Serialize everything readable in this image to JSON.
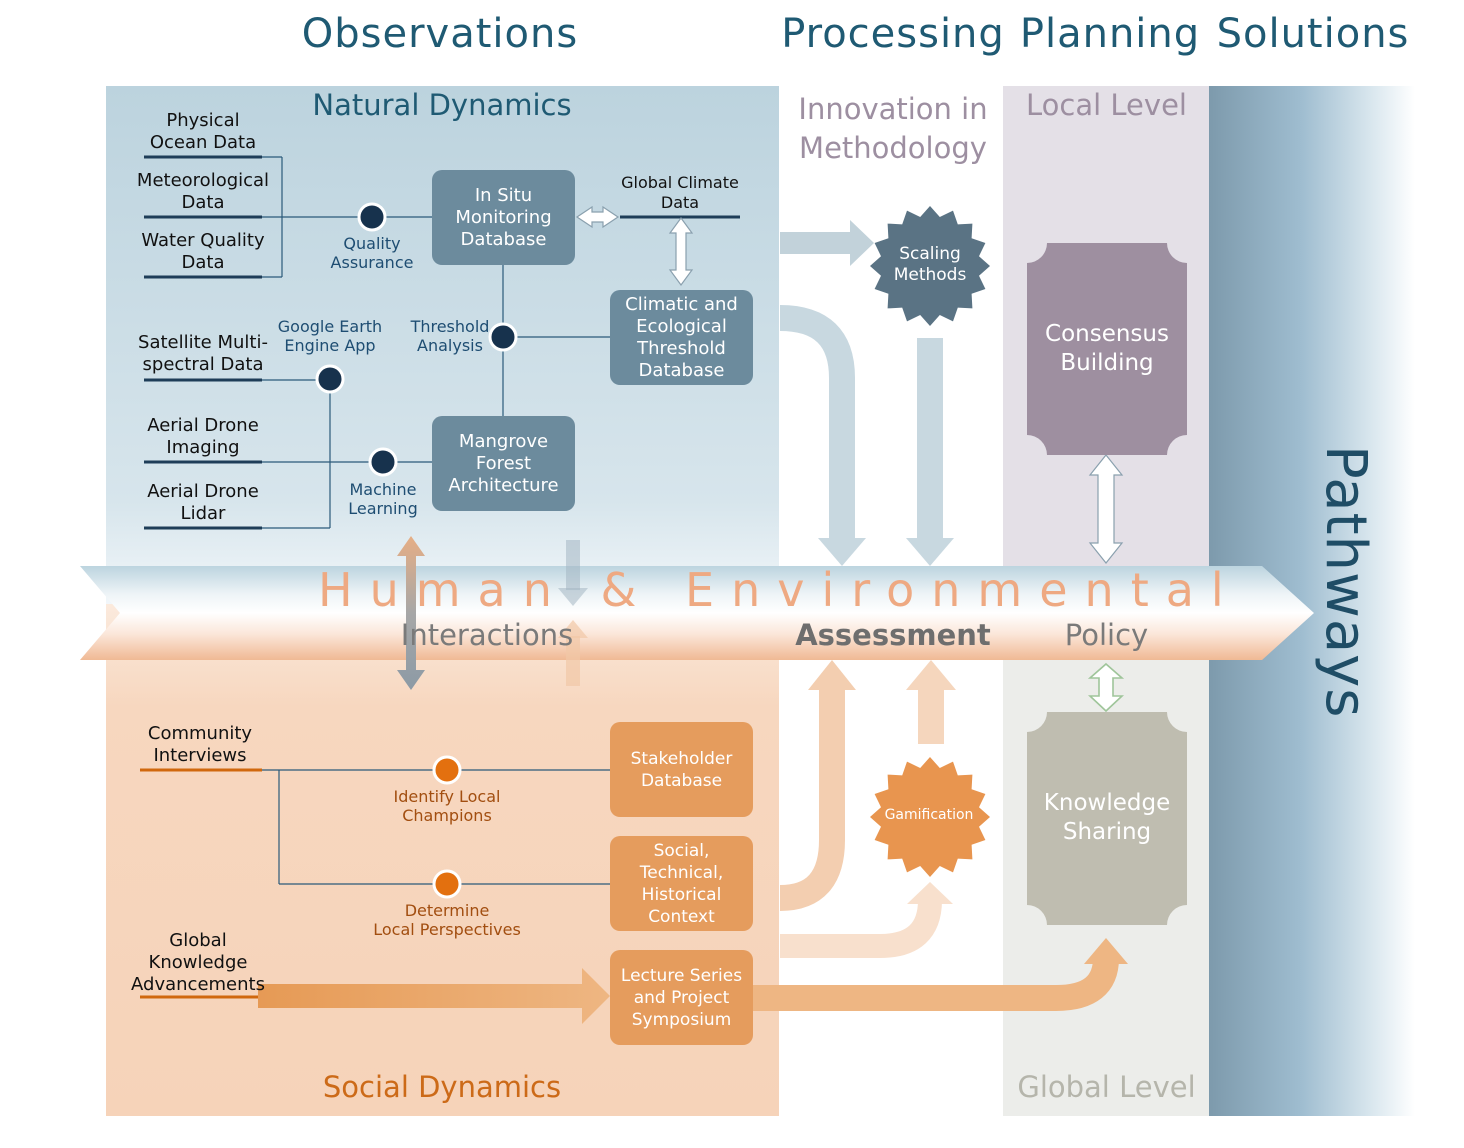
{
  "headers": {
    "observations": "Observations",
    "processing": "Processing",
    "planning": "Planning",
    "solutions": "Solutions"
  },
  "sections": {
    "natural": "Natural Dynamics",
    "social": "Social Dynamics",
    "innovation": "Innovation in\nMethodology",
    "local": "Local Level",
    "global": "Global Level",
    "pathways": "Pathways"
  },
  "sources": {
    "physical_ocean": "Physical\nOcean Data",
    "meteorological": "Meteorological\nData",
    "water_quality": "Water Quality\nData",
    "satellite": "Satellite Multi-\nspectral Data",
    "drone_imaging": "Aerial Drone\nImaging",
    "drone_lidar": "Aerial Drone\nLidar",
    "global_climate": "Global Climate\nData",
    "community": "Community\nInterviews",
    "global_knowledge": "Global\nKnowledge\nAdvancements"
  },
  "labels": {
    "quality_assurance": "Quality\nAssurance",
    "google_earth": "Google Earth\nEngine App",
    "threshold_analysis": "Threshold\nAnalysis",
    "machine_learning": "Machine\nLearning",
    "local_champions": "Identify Local\nChampions",
    "local_perspectives": "Determine\nLocal Perspectives"
  },
  "boxes": {
    "in_situ": "In Situ\nMonitoring\nDatabase",
    "climatic": "Climatic and\nEcological\nThreshold\nDatabase",
    "mangrove": "Mangrove\nForest\nArchitecture",
    "stakeholder": "Stakeholder\nDatabase",
    "social_context": "Social,\nTechnical,\nHistorical\nContext",
    "lecture": "Lecture Series\nand Project\nSymposium",
    "scaling": "Scaling\nMethods",
    "gamification": "Gamification",
    "consensus": "Consensus\nBuilding",
    "knowledge": "Knowledge\nSharing"
  },
  "banner": {
    "title": "Human & Environmental",
    "interactions": "Interactions",
    "assessment": "Assessment",
    "policy": "Policy"
  },
  "colors": {
    "natural_bg": "#c9dbe4",
    "social_bg": "#f7d6bd",
    "local_bg": "#e4e0e7",
    "global_bg": "#ecedea",
    "blue_box": "#6c8b9d",
    "orange_box": "#e59c5d",
    "consensus": "#9e8fa0",
    "knowledge": "#bfbdb0",
    "header_text": "#1f5a73"
  }
}
